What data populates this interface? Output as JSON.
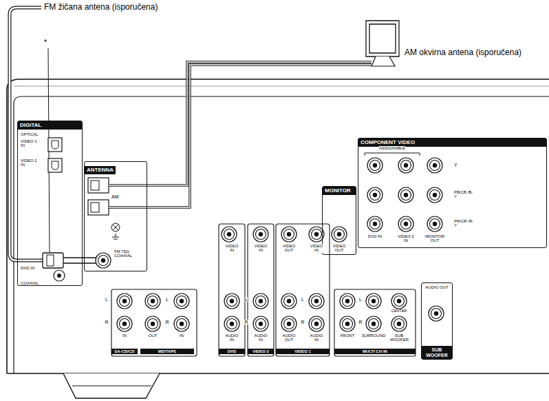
{
  "diagram": {
    "nodes": [
      {
        "text": [
          "DIGITAL"
        ]
      },
      {
        "text": [
          "ANTENNA"
        ]
      },
      {
        "text": [
          "COMPONENT VIDEO"
        ]
      },
      {
        "text": [
          "MONITOR"
        ]
      },
      {
        "text": [
          "AUDIO OUT",
          "SUB WOOFER"
        ]
      }
    ],
    "labels": [
      "FM žičana antena (isporučena)",
      "AM okvirna antena (isporučena)",
      "*",
      "OPTICAL",
      "VIDEO 1 IN",
      "VIDEO 2 IN",
      "DVD IN",
      "COAXIAL",
      "AM",
      "FM 75Ω COAXIAL",
      "ASSIGNABLE",
      "Y",
      "PB/CB /B-Y",
      "PR/CR /R-Y",
      "DVD IN",
      "VIDEO 2 IN",
      "MONITOR OUT",
      "VIDEO IN",
      "VIDEO IN",
      "VIDEO OUT",
      "VIDEO IN",
      "VIDEO OUT",
      "L",
      "R",
      "IN",
      "OUT",
      "IN",
      "L",
      "R",
      "SA-CD/CD",
      "MD/TAPE",
      "DVD",
      "VIDEO 2",
      "VIDEO 1",
      "MULTI CH IN",
      "AUDIO IN",
      "AUDIO IN",
      "AUDIO OUT",
      "AUDIO IN",
      "L",
      "R",
      "L",
      "R",
      "FRONT",
      "SURROUND",
      "SUB WOOFER",
      "CENTER",
      "L",
      "R"
    ]
  }
}
